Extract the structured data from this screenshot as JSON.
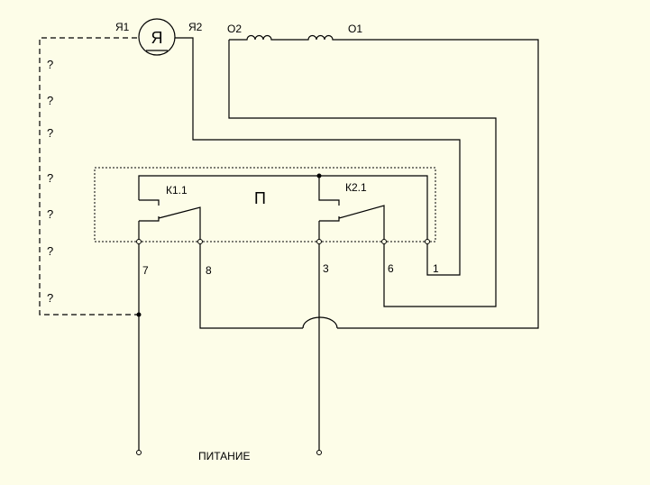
{
  "labels": {
    "motor_letter": "Я",
    "y1": "Я1",
    "y2": "Я2",
    "o1": "О1",
    "o2": "О2",
    "k1": "К1.1",
    "k2": "К2.1",
    "block": "П",
    "t7": "7",
    "t8": "8",
    "t3": "3",
    "t6": "6",
    "t1": "1",
    "power": "ПИТАНИЕ"
  },
  "unknown_marks": [
    "?",
    "?",
    "?",
    "?",
    "?",
    "?",
    "?"
  ]
}
